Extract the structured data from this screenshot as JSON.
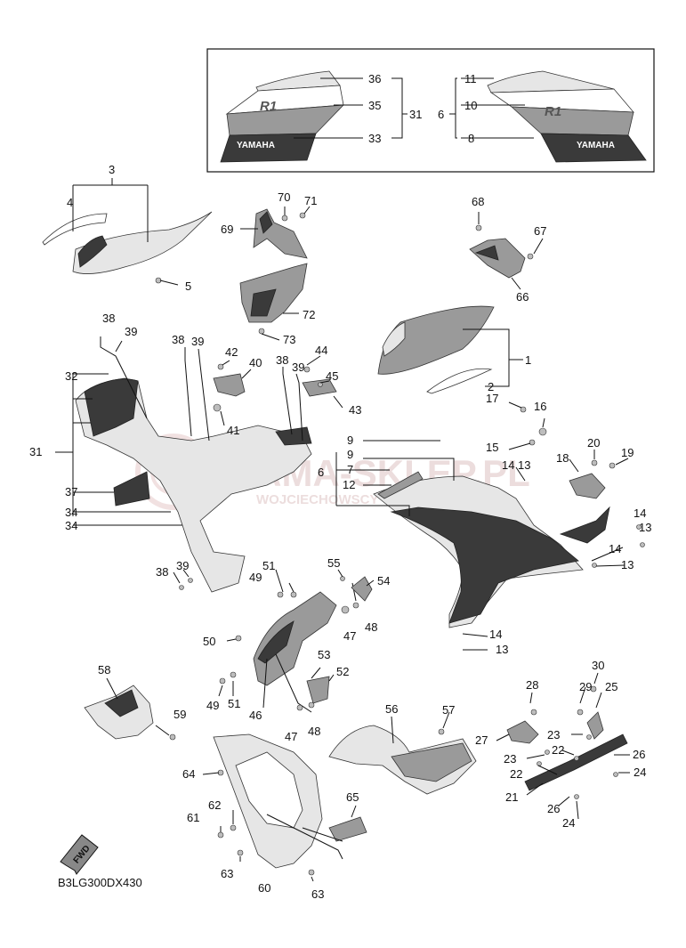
{
  "watermark": {
    "main": "YAMA-SKLEP.PL",
    "sub": "WOJCIECHOWSCY - DEALER YAMAHA"
  },
  "decal_brand": "YAMAHA",
  "decal_model": "R1",
  "diagram_code": "B3LG300DX430",
  "fwd_label": "FWD",
  "labels": {
    "l36": "36",
    "l35": "35",
    "l31a": "31",
    "l33": "33",
    "l11": "11",
    "l10": "10",
    "l6a": "6",
    "l8": "8",
    "l3": "3",
    "l4": "4",
    "l5": "5",
    "l70": "70",
    "l71": "71",
    "l69": "69",
    "l72": "72",
    "l73": "73",
    "l68": "68",
    "l67": "67",
    "l66": "66",
    "l1": "1",
    "l2": "2",
    "l38a": "38",
    "l39a": "39",
    "l38b": "38",
    "l39b": "39",
    "l42": "42",
    "l40": "40",
    "l38c": "38",
    "l39c": "39",
    "l44": "44",
    "l45": "45",
    "l43": "43",
    "l41": "41",
    "l32": "32",
    "l31b": "31",
    "l37": "37",
    "l34a": "34",
    "l34b": "34",
    "l9a": "9",
    "l9b": "9",
    "l6b": "6",
    "l7": "7",
    "l12": "12",
    "l16": "16",
    "l17": "17",
    "l15": "15",
    "l14a": "14",
    "l13a": "13",
    "l18": "18",
    "l20": "20",
    "l19": "19",
    "l14b": "14",
    "l13b": "13",
    "l14c": "14",
    "l13c": "13",
    "l14d": "14",
    "l13d": "13",
    "l38d": "38",
    "l39d": "39",
    "l51a": "51",
    "l49a": "49",
    "l55": "55",
    "l54": "54",
    "l47a": "47",
    "l48a": "48",
    "l50": "50",
    "l53": "53",
    "l52": "52",
    "l49b": "49",
    "l51b": "51",
    "l46": "46",
    "l47b": "47",
    "l48b": "48",
    "l58": "58",
    "l59": "59",
    "l56": "56",
    "l57": "57",
    "l28": "28",
    "l29": "29",
    "l30": "30",
    "l25": "25",
    "l27": "27",
    "l23a": "23",
    "l22a": "22",
    "l23b": "23",
    "l22b": "22",
    "l26a": "26",
    "l24a": "24",
    "l21": "21",
    "l26b": "26",
    "l24b": "24",
    "l64": "64",
    "l62": "62",
    "l61": "61",
    "l65": "65",
    "l63a": "63",
    "l60": "60",
    "l63b": "63"
  }
}
